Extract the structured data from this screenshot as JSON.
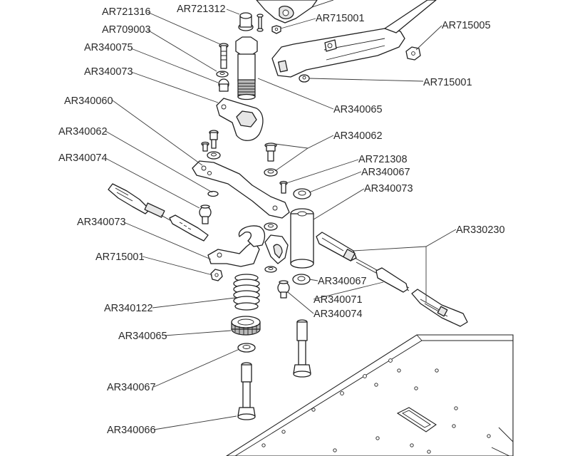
{
  "diagram": {
    "labels": [
      {
        "id": "AR721316",
        "text": "AR721316"
      },
      {
        "id": "AR721312",
        "text": "AR721312"
      },
      {
        "id": "AR709003",
        "text": "AR709003"
      },
      {
        "id": "AR340075",
        "text": "AR340075"
      },
      {
        "id": "AR340073a",
        "text": "AR340073"
      },
      {
        "id": "AR715001a",
        "text": "AR715001"
      },
      {
        "id": "AR715005",
        "text": "AR715005"
      },
      {
        "id": "AR715001b",
        "text": "AR715001"
      },
      {
        "id": "AR340065a",
        "text": "AR340065"
      },
      {
        "id": "AR340060",
        "text": "AR340060"
      },
      {
        "id": "AR340062a",
        "text": "AR340062"
      },
      {
        "id": "AR340062b",
        "text": "AR340062"
      },
      {
        "id": "AR340074a",
        "text": "AR340074"
      },
      {
        "id": "AR721308",
        "text": "AR721308"
      },
      {
        "id": "AR340067a",
        "text": "AR340067"
      },
      {
        "id": "AR340073b",
        "text": "AR340073"
      },
      {
        "id": "AR340073c",
        "text": "AR340073"
      },
      {
        "id": "AR330230",
        "text": "AR330230"
      },
      {
        "id": "AR715001c",
        "text": "AR715001"
      },
      {
        "id": "AR340067b",
        "text": "AR340067"
      },
      {
        "id": "AR340071",
        "text": "AR340071"
      },
      {
        "id": "AR340074b",
        "text": "AR340074"
      },
      {
        "id": "AR340122",
        "text": "AR340122"
      },
      {
        "id": "AR340065b",
        "text": "AR340065"
      },
      {
        "id": "AR340067c",
        "text": "AR340067"
      },
      {
        "id": "AR340066",
        "text": "AR340066"
      }
    ]
  }
}
